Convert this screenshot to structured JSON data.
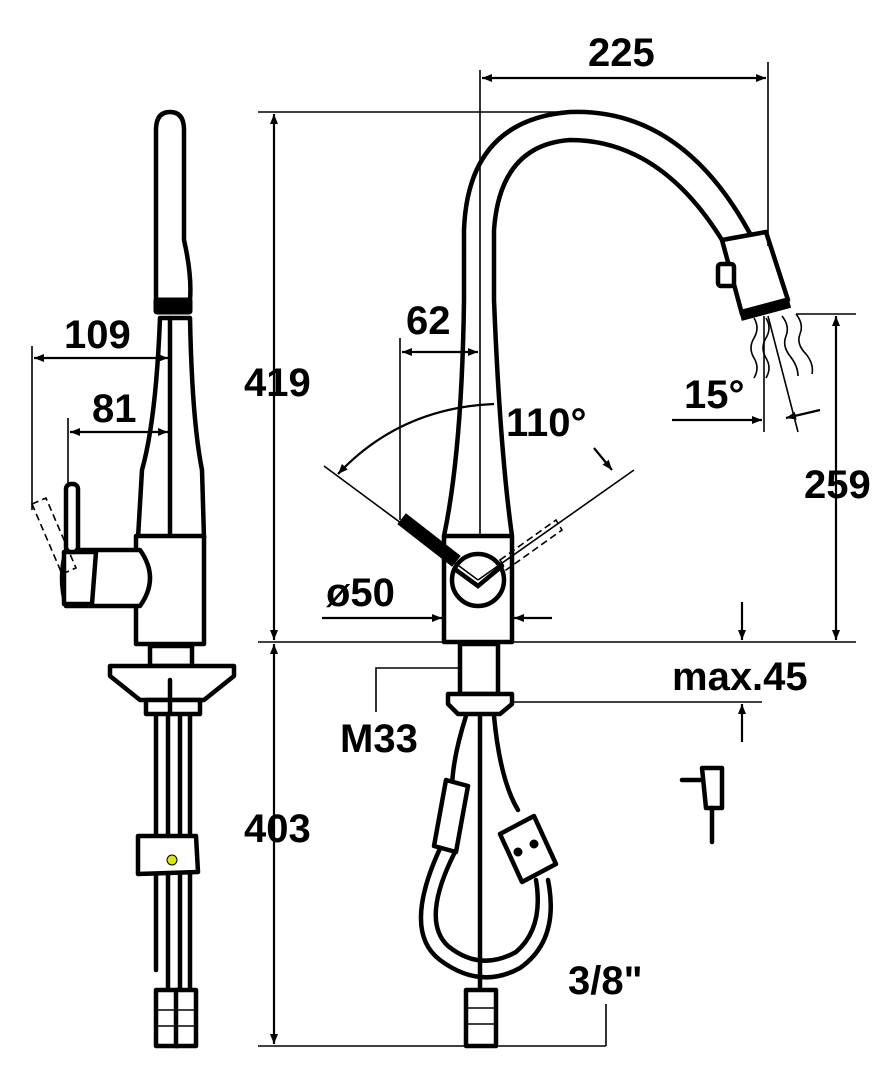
{
  "drawing": {
    "side_view": {
      "dim_reach_total": "109",
      "dim_reach_lever": "81"
    },
    "front_view": {
      "dim_width": "225",
      "dim_height": "419",
      "dim_lever_offset": "62",
      "dim_swivel_angle": "110°",
      "dim_spray_angle": "15°",
      "dim_spout_height": "259",
      "dim_base_diameter": "ø50",
      "dim_thread": "M33",
      "dim_countertop_max": "max.45",
      "dim_hose_length": "403",
      "dim_connection": "3/8\""
    }
  }
}
